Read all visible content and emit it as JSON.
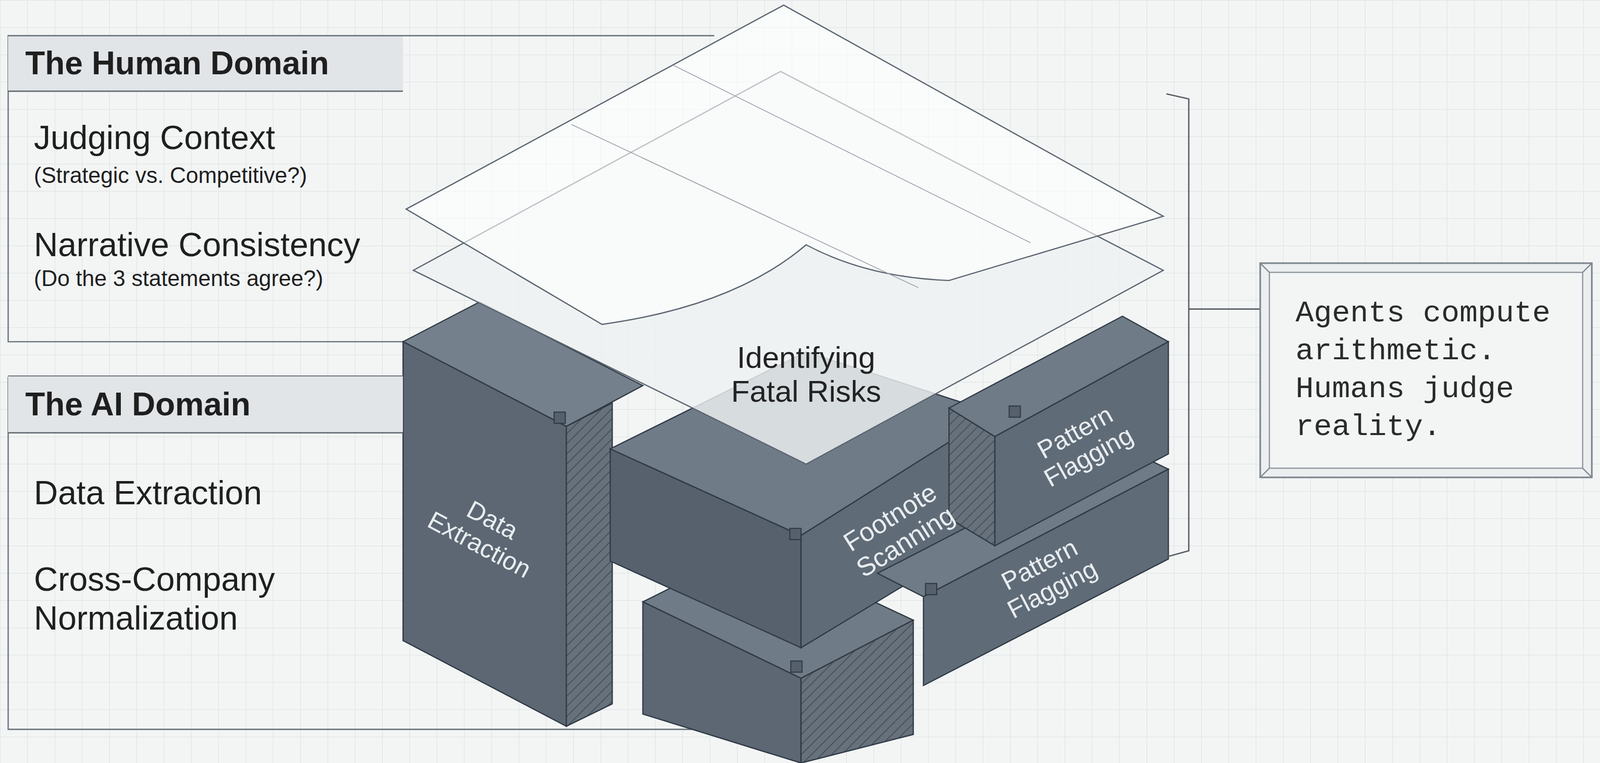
{
  "diagram": {
    "nodes": [
      {
        "text": [
          "The Human Domain",
          "Judging Context",
          "(Strategic vs. Competitive?)",
          "Narrative Consistency",
          "(Do the 3 statements agree?)"
        ]
      },
      {
        "text": [
          "The AI Domain",
          "Data Extraction",
          "Cross-Company Normalization"
        ]
      },
      {
        "text": [
          "Identifying Fatal Risks"
        ]
      },
      {
        "text": [
          "Data Extraction"
        ]
      },
      {
        "text": [
          "Footnote Scanning"
        ]
      },
      {
        "text": [
          "Pattern Flagging"
        ]
      },
      {
        "text": [
          "Pattern Flagging"
        ]
      },
      {
        "text": [
          "Agents compute arithmetic. Humans judge reality."
        ]
      }
    ]
  }
}
